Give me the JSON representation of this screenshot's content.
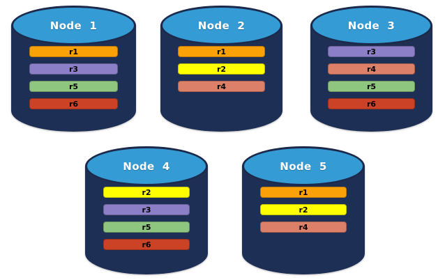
{
  "diagram": {
    "description": "Five database node cylinders holding replica ranges",
    "colors": {
      "cylinder_body": "#1E2F55",
      "cylinder_top": "#359BD5",
      "title_text": "#FFFFFF",
      "bar_text": "#000000",
      "background": "#FFFFFF",
      "r1_orange": "#FBA108",
      "r2_yellow": "#FFFF00",
      "r3_purple": "#8C7FC7",
      "r4_salmon": "#DC8069",
      "r5_green": "#8EC57F",
      "r6_red": "#CB4226"
    },
    "nodes": [
      {
        "title": "Node  1",
        "bars": [
          {
            "label": "r1",
            "color": "#FBA108"
          },
          {
            "label": "r3",
            "color": "#8C7FC7"
          },
          {
            "label": "r5",
            "color": "#8EC57F"
          },
          {
            "label": "r6",
            "color": "#CB4226"
          }
        ]
      },
      {
        "title": "Node  2",
        "bars": [
          {
            "label": "r1",
            "color": "#FBA108"
          },
          {
            "label": "r2",
            "color": "#FFFF00"
          },
          {
            "label": "r4",
            "color": "#DC8069"
          }
        ]
      },
      {
        "title": "Node  3",
        "bars": [
          {
            "label": "r3",
            "color": "#8C7FC7"
          },
          {
            "label": "r4",
            "color": "#DC8069"
          },
          {
            "label": "r5",
            "color": "#8EC57F"
          },
          {
            "label": "r6",
            "color": "#CB4226"
          }
        ]
      },
      {
        "title": "Node  4",
        "bars": [
          {
            "label": "r2",
            "color": "#FFFF00"
          },
          {
            "label": "r3",
            "color": "#8C7FC7"
          },
          {
            "label": "r5",
            "color": "#8EC57F"
          },
          {
            "label": "r6",
            "color": "#CB4226"
          }
        ]
      },
      {
        "title": "Node  5",
        "bars": [
          {
            "label": "r1",
            "color": "#FBA108"
          },
          {
            "label": "r2",
            "color": "#FFFF00"
          },
          {
            "label": "r4",
            "color": "#DC8069"
          }
        ]
      }
    ]
  }
}
